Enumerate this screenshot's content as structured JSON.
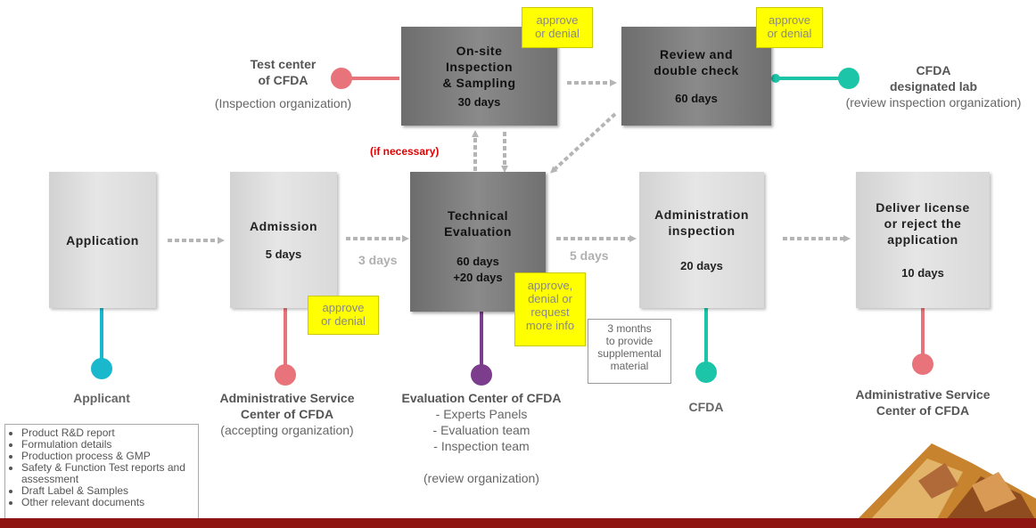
{
  "colors": {
    "red_line": "#e8737a",
    "cyan_line": "#19b8cc",
    "teal_line": "#1cc4a8",
    "purple_line": "#7b3d8c",
    "note_yellow": "#ffff00",
    "bottom_bar": "#8e1512",
    "if_necessary": "#e00000"
  },
  "boxes": {
    "application": {
      "title": "Application"
    },
    "admission": {
      "title": "Admission",
      "days": "5 days"
    },
    "technical": {
      "title1": "Technical",
      "title2": "Evaluation",
      "days1": "60 days",
      "days2": "+20 days"
    },
    "onsite": {
      "title1": "On-site",
      "title2": "Inspection",
      "title3": "& Sampling",
      "days": "30 days"
    },
    "review": {
      "title1": "Review and",
      "title2": "double check",
      "days": "60 days"
    },
    "administration": {
      "title1": "Administration",
      "title2": "inspection",
      "days": "20 days"
    },
    "deliver": {
      "title1": "Deliver license",
      "title2": "or reject the",
      "title3": "application",
      "days": "10 days"
    }
  },
  "notes": {
    "onsite": {
      "l1": "approve",
      "l2": "or denial"
    },
    "review": {
      "l1": "approve",
      "l2": "or denial"
    },
    "admission": {
      "l1": "approve",
      "l2": "or denial"
    },
    "technical": {
      "l1": "approve,",
      "l2": "denial or",
      "l3": "request",
      "l4": "more info"
    }
  },
  "gaps": {
    "three_days": "3 days",
    "five_days": "5 days",
    "if_necessary": "(if necessary)"
  },
  "supplemental": {
    "l1": "3 months",
    "l2": "to provide",
    "l3": "supplemental",
    "l4": "material"
  },
  "labels": {
    "test_center": {
      "l1": "Test center",
      "l2": "of CFDA",
      "sub": "(Inspection organization)"
    },
    "designated_lab": {
      "l1": "CFDA",
      "l2": "designated lab",
      "sub": "(review inspection organization)"
    },
    "applicant": {
      "l1": "Applicant"
    },
    "admin_service_1": {
      "l1": "Administrative Service",
      "l2": "Center of CFDA",
      "sub": "(accepting organization)"
    },
    "evaluation_center": {
      "l1": "Evaluation Center of CFDA",
      "i1": "- Experts Panels",
      "i2": "-   Evaluation team",
      "i3": "-   Inspection team",
      "sub": "(review organization)"
    },
    "cfda": {
      "l1": "CFDA"
    },
    "admin_service_2": {
      "l1": "Administrative Service",
      "l2": "Center of CFDA"
    }
  },
  "documents": [
    "Product R&D report",
    "Formulation details",
    "Production process & GMP",
    "Safety & Function Test reports and assessment",
    "Draft Label & Samples",
    "Other relevant documents"
  ]
}
